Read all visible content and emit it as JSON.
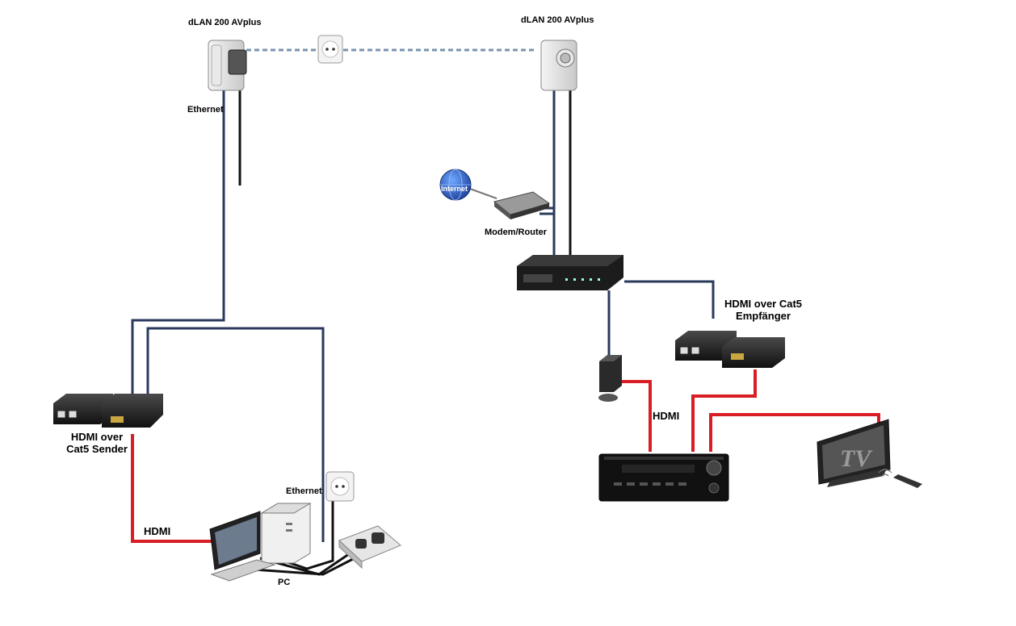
{
  "labels": {
    "dlan_left": "dLAN 200 AVplus",
    "dlan_right": "dLAN 200 AVplus",
    "ethernet_top": "Ethernet",
    "internet": "Internet",
    "modem_router": "Modem/Router",
    "hdmi_receiver_line1": "HDMI over Cat5",
    "hdmi_receiver_line2": "Empfänger",
    "hdmi_sender_line1": "HDMI over",
    "hdmi_sender_line2": "Cat5 Sender",
    "hdmi_left": "HDMI",
    "hdmi_right": "HDMI",
    "ethernet_bottom": "Ethernet",
    "pc": "PC",
    "tv": "TV"
  },
  "colors": {
    "ethernet_cable": "#2a3a5c",
    "hdmi_cable": "#d81e24",
    "power_cable": "#111111",
    "powerline_link": "#7a93ad"
  }
}
